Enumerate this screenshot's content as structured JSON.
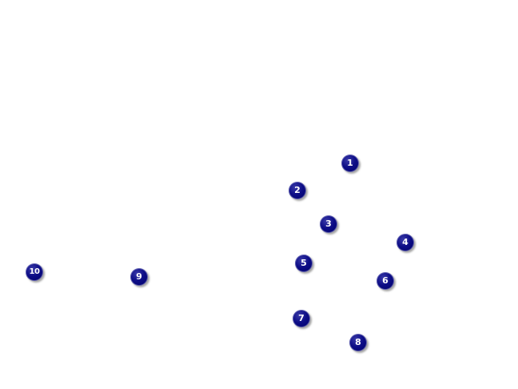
{
  "background_color": "#ffffff",
  "marker_color": "#0d0d86",
  "marker_label_color": "#ffffff",
  "markers": [
    {
      "label": "1"
    },
    {
      "label": "2"
    },
    {
      "label": "3"
    },
    {
      "label": "4"
    },
    {
      "label": "5"
    },
    {
      "label": "6"
    },
    {
      "label": "7"
    },
    {
      "label": "8"
    },
    {
      "label": "9"
    },
    {
      "label": "10"
    }
  ]
}
